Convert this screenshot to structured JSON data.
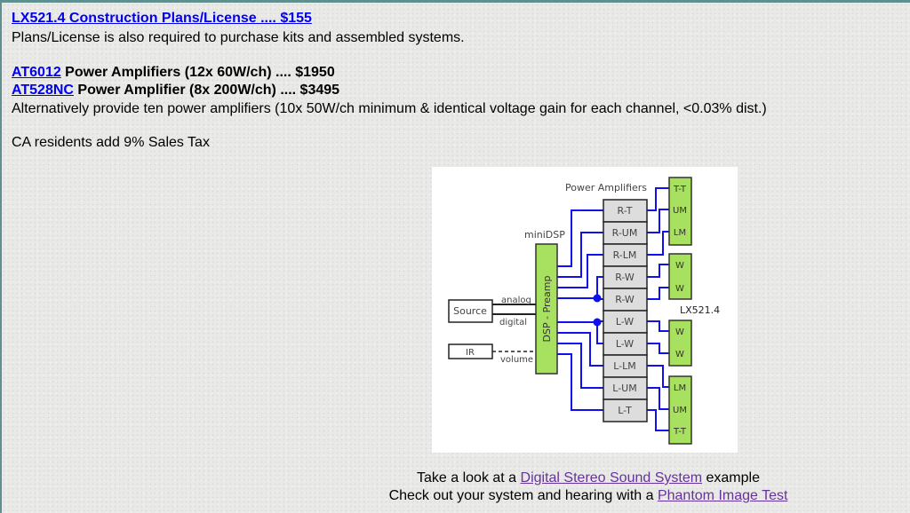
{
  "plans": {
    "link": "LX521.4 Construction Plans/License .... $155",
    "note": "Plans/License is also required to purchase kits and assembled systems."
  },
  "amps": [
    {
      "link": "AT6012",
      "desc": " Power Amplifiers (12x 60W/ch) .... $1950"
    },
    {
      "link": "AT528NC",
      "desc": " Power Amplifier (8x 200W/ch) .... $3495"
    }
  ],
  "alt_note": "Alternatively provide ten power amplifiers (10x 50W/ch minimum & identical voltage gain for each channel, <0.03% dist.)",
  "tax_note": "CA residents add 9% Sales Tax",
  "diagram": {
    "title": "Power Amplifiers",
    "dsp_label": "miniDSP",
    "dsp_box": "DSP - Preamp",
    "source": "Source",
    "ir": "IR",
    "analog": "analog",
    "digital": "digital",
    "volume": "volume",
    "system": "LX521.4",
    "amplifiers": [
      "R-T",
      "R-UM",
      "R-LM",
      "R-W",
      "R-W",
      "L-W",
      "L-W",
      "L-LM",
      "L-UM",
      "L-T"
    ],
    "speakers_right_top": [
      "T-T",
      "UM",
      "LM"
    ],
    "speakers_right_woofer": [
      "W",
      "W"
    ],
    "speakers_left_woofer": [
      "W",
      "W"
    ],
    "speakers_left_top": [
      "LM",
      "UM",
      "T-T"
    ]
  },
  "footer": {
    "line1_pre": "Take a look at a ",
    "line1_link": "Digital Stereo Sound System",
    "line1_post": " example",
    "line2_pre": "Check out your system and hearing with a ",
    "line2_link": "Phantom Image Test"
  }
}
